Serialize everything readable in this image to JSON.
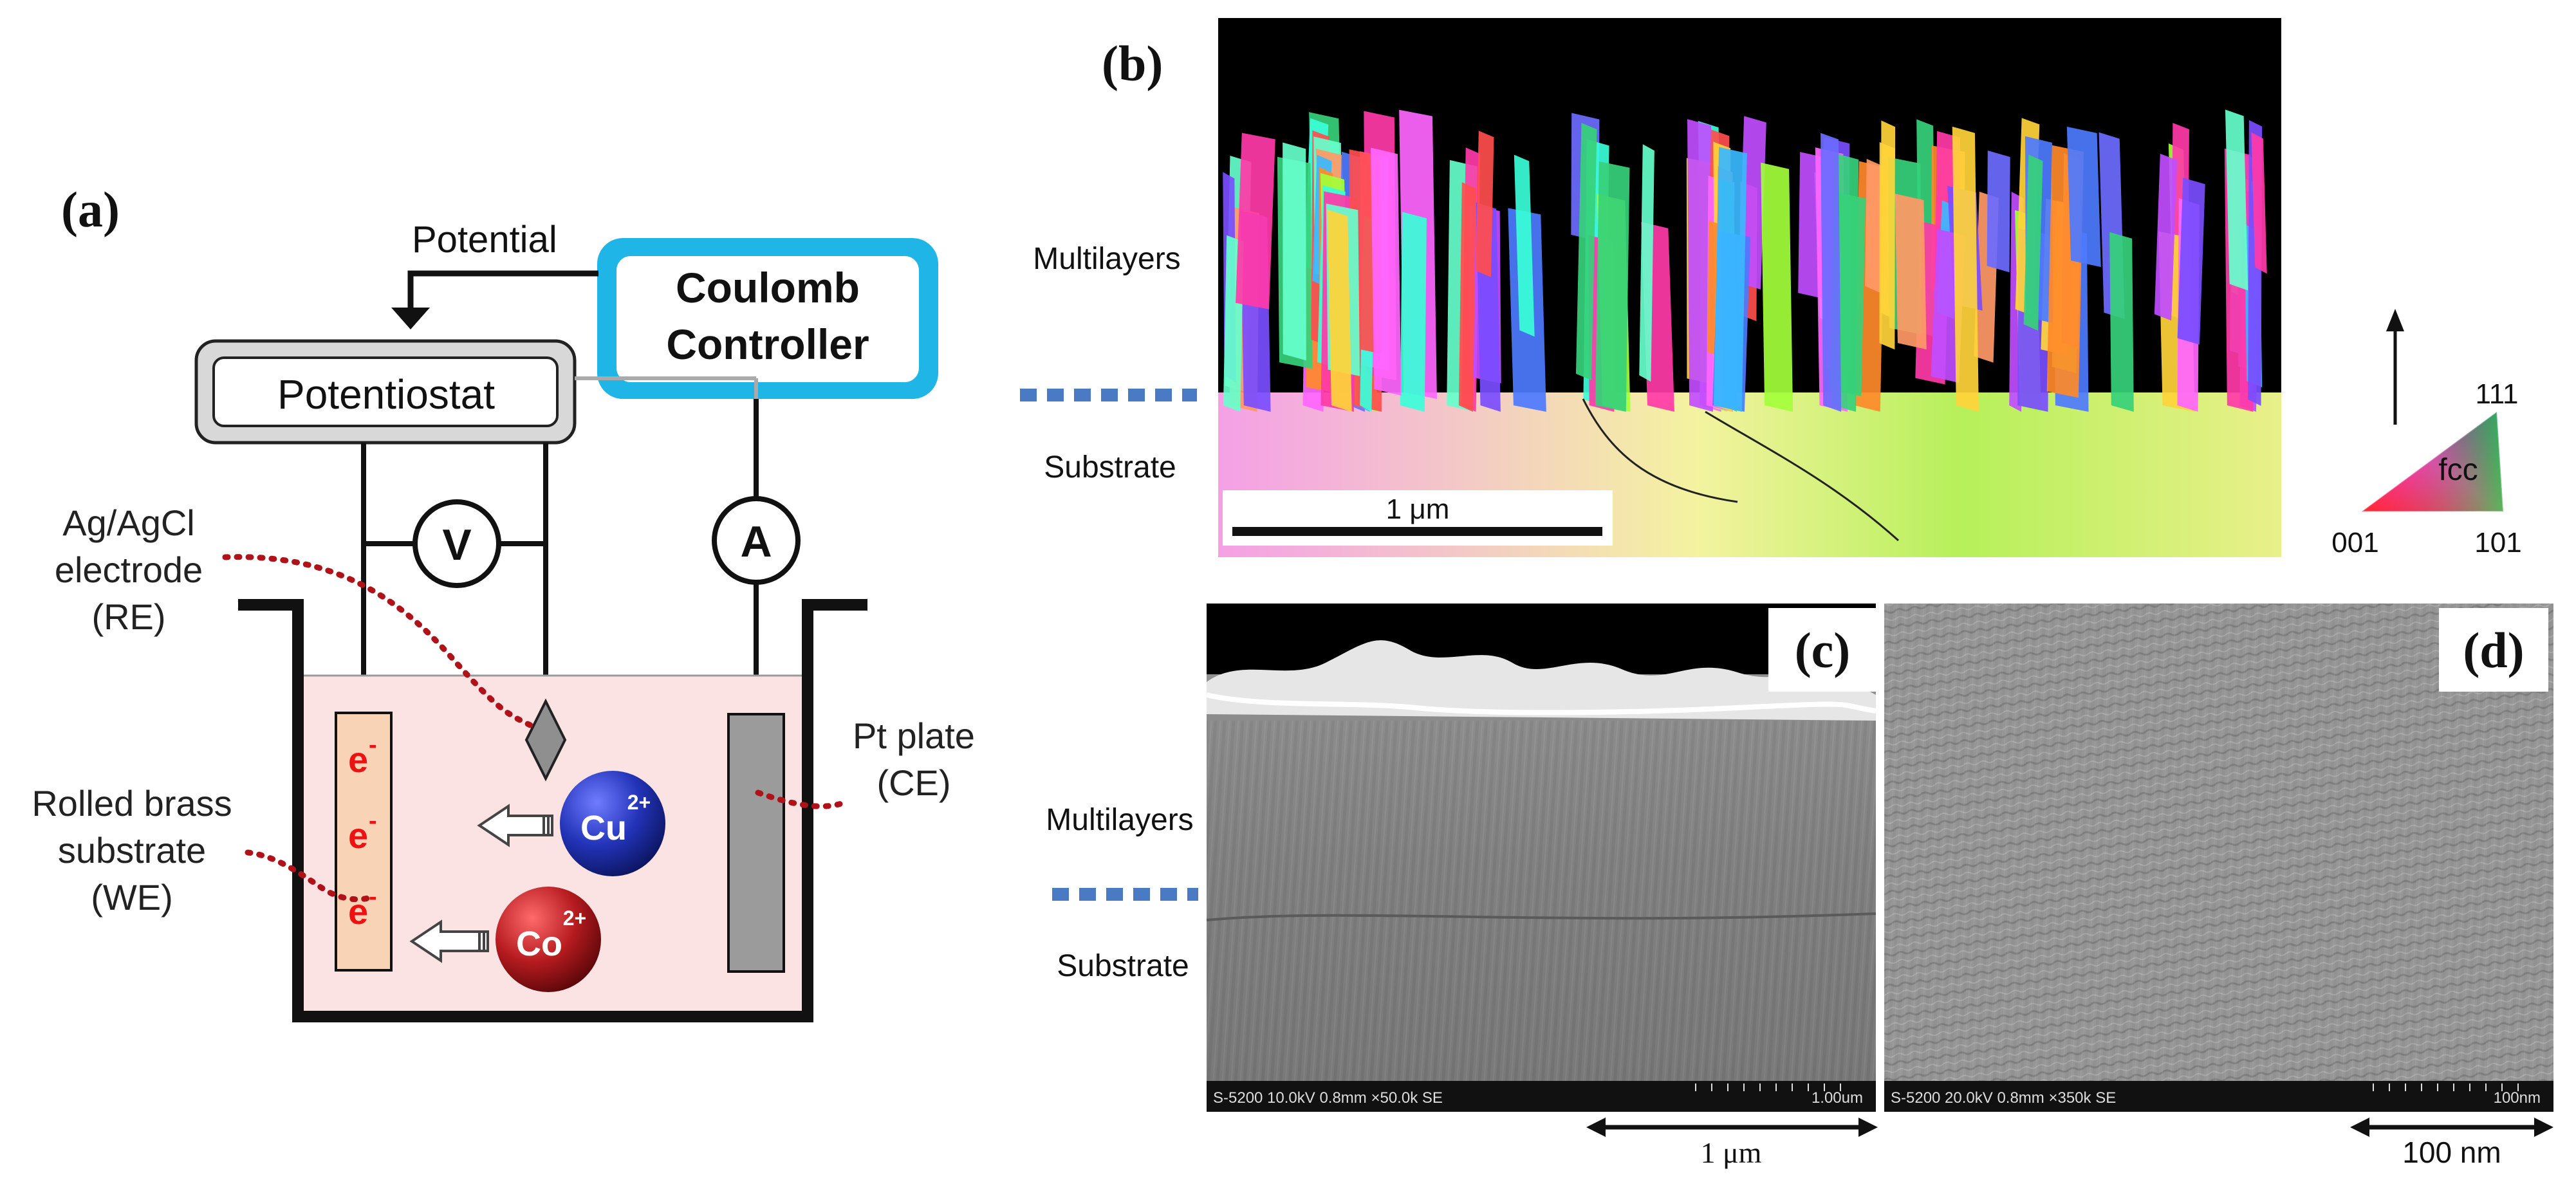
{
  "panel_a": {
    "label": "(a)",
    "potential_label": "Potential",
    "coulomb_line1": "Coulomb",
    "coulomb_line2": "Controller",
    "potentiostat": "Potentiostat",
    "voltmeter": "V",
    "ammeter": "A",
    "ref_line1": "Ag/AgCl",
    "ref_line2": "electrode",
    "ref_line3": "(RE)",
    "pt_line1": "Pt plate",
    "pt_line2": "(CE)",
    "we_line1": "Rolled brass",
    "we_line2": "substrate",
    "we_line3": "(WE)",
    "electron": "e",
    "electron_sup": "-",
    "cu_ion": "Cu",
    "cu_charge": "2+",
    "co_ion": "Co",
    "co_charge": "2+",
    "colors": {
      "solution": "#fbe3e3",
      "cu": "#1f2fa8",
      "co": "#a3161b",
      "coulomb_border": "#1fb5e6",
      "electrode": "#f8d3b5",
      "pt": "#9b9b9b",
      "dots": "#b0121a"
    }
  },
  "panel_b": {
    "label": "(b)",
    "multilayers": "Multilayers",
    "substrate": "Substrate",
    "scalebar": "1 μm",
    "legend_fcc": "fcc",
    "legend_001": "001",
    "legend_101": "101",
    "legend_111": "111"
  },
  "panel_c": {
    "label": "(c)",
    "multilayers": "Multilayers",
    "substrate": "Substrate",
    "footer_info": "S-5200 10.0kV 0.8mm ×50.0k SE",
    "footer_scale": "1.00um",
    "scalebar": "1 μm"
  },
  "panel_d": {
    "label": "(d)",
    "footer_info": "S-5200 20.0kV 0.8mm ×350k SE",
    "footer_scale": "100nm",
    "scalebar": "100 nm"
  },
  "divider_color": "#4a7ac4"
}
